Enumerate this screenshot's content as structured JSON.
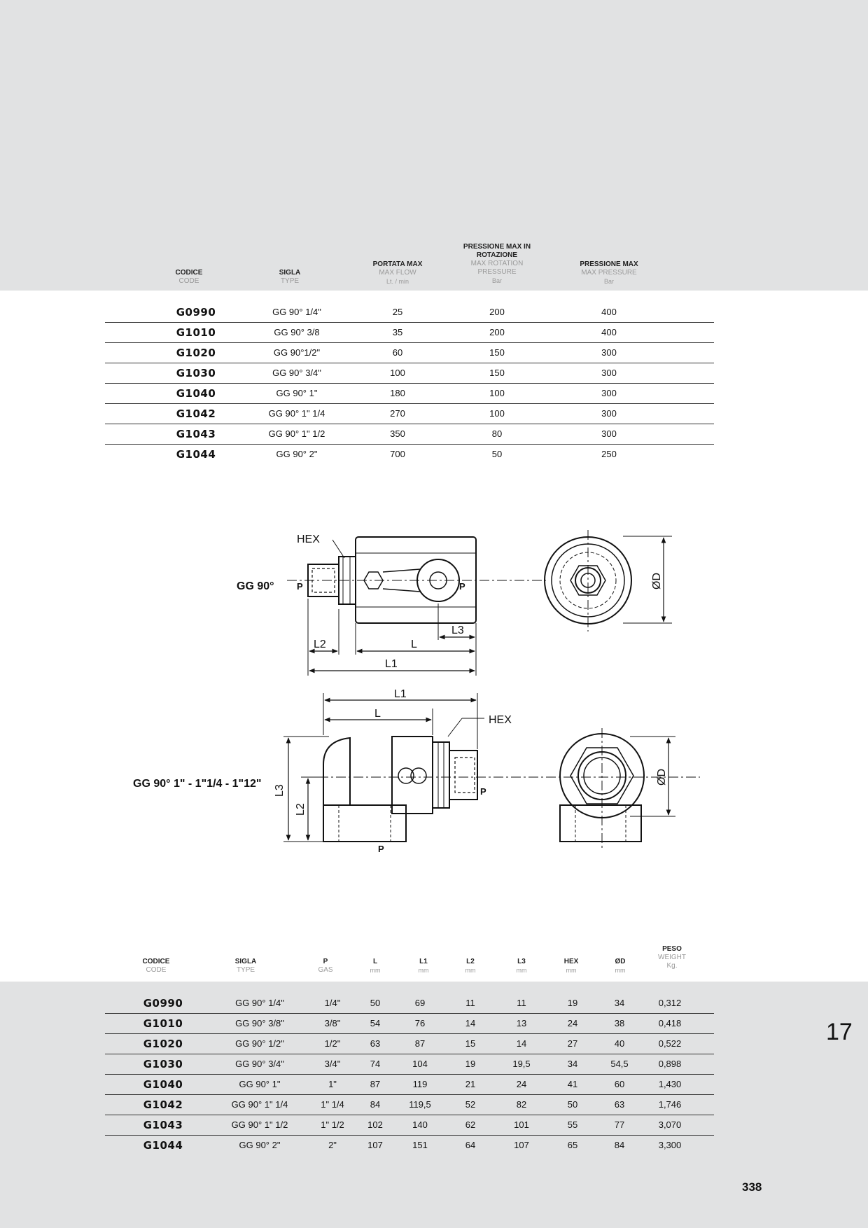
{
  "table1": {
    "headers": {
      "code": {
        "it": "CODICE",
        "en": "CODE"
      },
      "type": {
        "it": "SIGLA",
        "en": "TYPE"
      },
      "flow": {
        "it": "PORTATA MAX",
        "en": "MAX FLOW",
        "unit": "Lt. / min"
      },
      "rot": {
        "it1": "PRESSIONE MAX IN",
        "it2": "ROTAZIONE",
        "en1": "MAX ROTATION",
        "en2": "PRESSURE",
        "unit": "Bar"
      },
      "pres": {
        "it": "PRESSIONE MAX",
        "en": "MAX PRESSURE",
        "unit": "Bar"
      }
    },
    "rows": [
      {
        "code": "G0990",
        "type": "GG 90° 1/4\"",
        "flow": "25",
        "rot": "200",
        "pres": "400"
      },
      {
        "code": "G1010",
        "type": "GG 90° 3/8",
        "flow": "35",
        "rot": "200",
        "pres": "400"
      },
      {
        "code": "G1020",
        "type": "GG 90°1/2\"",
        "flow": "60",
        "rot": "150",
        "pres": "300"
      },
      {
        "code": "G1030",
        "type": "GG 90° 3/4\"",
        "flow": "100",
        "rot": "150",
        "pres": "300"
      },
      {
        "code": "G1040",
        "type": "GG 90° 1\"",
        "flow": "180",
        "rot": "100",
        "pres": "300"
      },
      {
        "code": "G1042",
        "type": "GG 90° 1\" 1/4",
        "flow": "270",
        "rot": "100",
        "pres": "300"
      },
      {
        "code": "G1043",
        "type": "GG 90° 1\" 1/2",
        "flow": "350",
        "rot": "80",
        "pres": "300"
      },
      {
        "code": "G1044",
        "type": "GG 90° 2\"",
        "flow": "700",
        "rot": "50",
        "pres": "250"
      }
    ]
  },
  "drawing1": {
    "name": "GG 90°",
    "hex": "HEX",
    "p": "P",
    "l": "L",
    "l1": "L1",
    "l2": "L2",
    "l3": "L3",
    "od": "ØD"
  },
  "drawing2": {
    "name": "GG 90° 1\" - 1\"1/4 - 1\"12\"",
    "hex": "HEX",
    "p": "P",
    "l": "L",
    "l1": "L1",
    "l2": "L2",
    "l3": "L3",
    "od": "ØD"
  },
  "table2": {
    "headers": {
      "code": {
        "it": "CODICE",
        "en": "CODE"
      },
      "type": {
        "it": "SIGLA",
        "en": "TYPE"
      },
      "p": {
        "it": "P",
        "en": "GAS"
      },
      "l": {
        "it": "L",
        "en": "mm"
      },
      "l1": {
        "it": "L1",
        "en": "mm"
      },
      "l2": {
        "it": "L2",
        "en": "mm"
      },
      "l3": {
        "it": "L3",
        "en": "mm"
      },
      "hex": {
        "it": "HEX",
        "en": "mm"
      },
      "od": {
        "it": "ØD",
        "en": "mm"
      },
      "w": {
        "it": "PESO",
        "en": "WEIGHT",
        "unit": "Kg."
      }
    },
    "rows": [
      {
        "code": "G0990",
        "type": "GG 90° 1/4\"",
        "p": "1/4\"",
        "l": "50",
        "l1": "69",
        "l2": "11",
        "l3": "11",
        "hex": "19",
        "od": "34",
        "w": "0,312"
      },
      {
        "code": "G1010",
        "type": "GG 90° 3/8\"",
        "p": "3/8\"",
        "l": "54",
        "l1": "76",
        "l2": "14",
        "l3": "13",
        "hex": "24",
        "od": "38",
        "w": "0,418"
      },
      {
        "code": "G1020",
        "type": "GG 90° 1/2\"",
        "p": "1/2\"",
        "l": "63",
        "l1": "87",
        "l2": "15",
        "l3": "14",
        "hex": "27",
        "od": "40",
        "w": "0,522"
      },
      {
        "code": "G1030",
        "type": "GG 90° 3/4\"",
        "p": "3/4\"",
        "l": "74",
        "l1": "104",
        "l2": "19",
        "l3": "19,5",
        "hex": "34",
        "od": "54,5",
        "w": "0,898"
      },
      {
        "code": "G1040",
        "type": "GG 90° 1\"",
        "p": "1\"",
        "l": "87",
        "l1": "119",
        "l2": "21",
        "l3": "24",
        "hex": "41",
        "od": "60",
        "w": "1,430"
      },
      {
        "code": "G1042",
        "type": "GG 90° 1\" 1/4",
        "p": "1\" 1/4",
        "l": "84",
        "l1": "119,5",
        "l2": "52",
        "l3": "82",
        "hex": "50",
        "od": "63",
        "w": "1,746"
      },
      {
        "code": "G1043",
        "type": "GG 90° 1\" 1/2",
        "p": "1\" 1/2",
        "l": "102",
        "l1": "140",
        "l2": "62",
        "l3": "101",
        "hex": "55",
        "od": "77",
        "w": "3,070"
      },
      {
        "code": "G1044",
        "type": "GG 90° 2\"",
        "p": "2\"",
        "l": "107",
        "l1": "151",
        "l2": "64",
        "l3": "107",
        "hex": "65",
        "od": "84",
        "w": "3,300"
      }
    ]
  },
  "section_number": "17",
  "page_number": "338"
}
